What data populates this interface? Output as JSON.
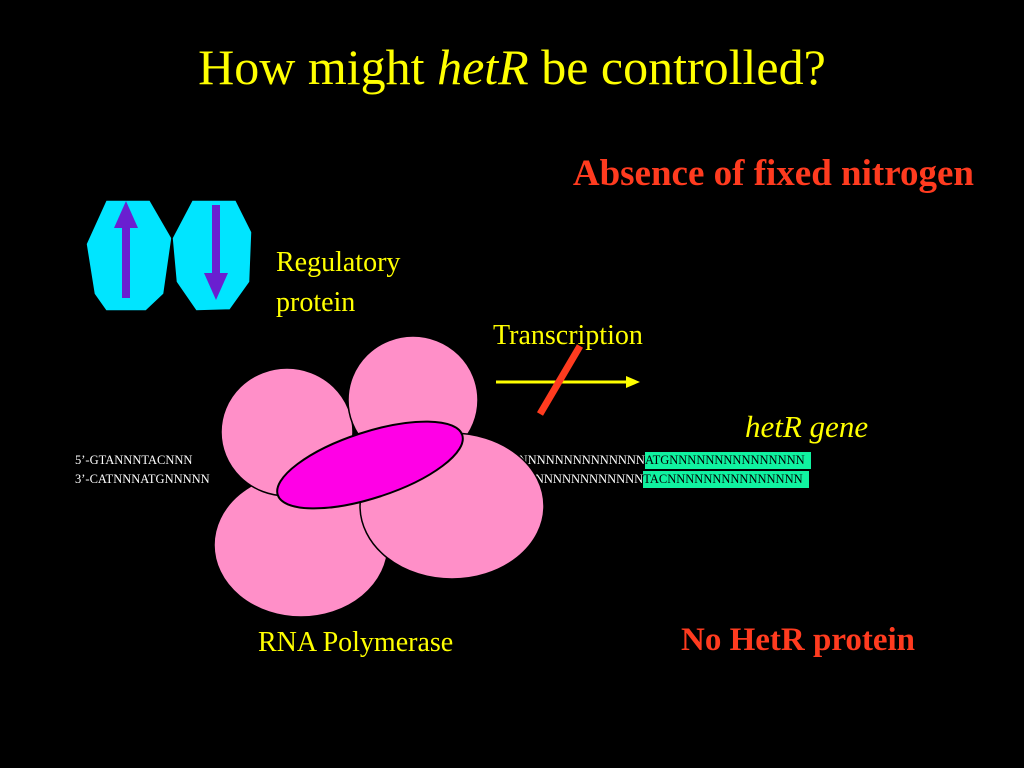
{
  "slide": {
    "title_before": "How might ",
    "title_gene": "hetR",
    "title_after": " be controlled?",
    "condition": "Absence of fixed nitrogen",
    "regulatory_label_line1": "Regulatory",
    "regulatory_label_line2": "protein",
    "transcription_label": "Transcription",
    "gene_label": "hetR gene",
    "polymerase_label": "RNA Polymerase",
    "outcome": "No HetR protein"
  },
  "dna": {
    "top_strand_left": "5’-GTANNNTACNNN",
    "top_strand_mid": "NNNNNNNNNNNNNNNNNN",
    "top_strand_gene": "ATGNNNNNNNNNNNNNNN",
    "bottom_strand_left": "3’-CATNNNATGNNNNN",
    "bottom_strand_mid": "NNNNNNNNNNNNNNNNNN",
    "bottom_strand_gene": "TACNNNNNNNNNNNNNNN"
  },
  "colors": {
    "background": "#000000",
    "text": "#ffff00",
    "emphasis": "#ff3b1f",
    "regulatory_protein": "#00e5ff",
    "arrow": "#6a1fd0",
    "polymerase": "#ff8fc8",
    "polymerase_core": "#ff00e6",
    "gene_highlight": "#10f2a0"
  }
}
